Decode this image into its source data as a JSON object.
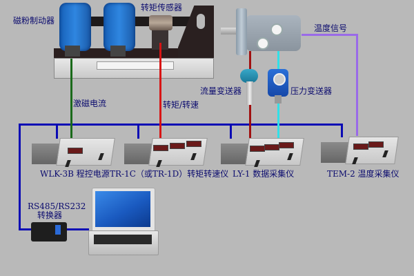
{
  "diagram": {
    "type": "test-bench system wiring diagram",
    "background": "#b9b9b9",
    "components": {
      "magnetic_powder_brake": {
        "label": "磁粉制动器"
      },
      "torque_sensor": {
        "label": "转矩传感器"
      },
      "temperature_signal": {
        "label": "温度信号"
      },
      "flow_transmitter": {
        "label": "流量变送器"
      },
      "pressure_transmitter": {
        "label": "压力变送器"
      },
      "excitation_current": {
        "label": "激磁电流"
      },
      "torque_speed": {
        "label": "转矩/转速"
      }
    },
    "instruments": [
      {
        "label": "WLK-3B 程控电源"
      },
      {
        "label": "TR-1C（或TR-1D）转矩转速仪"
      },
      {
        "label": "LY-1 数据采集仪"
      },
      {
        "label": "TEM-2 温度采集仪"
      }
    ],
    "converter": {
      "line1": "RS485/RS232",
      "line2": "转换器"
    },
    "computer": {
      "name": "laptop"
    },
    "wire_colors": {
      "bus": "#0a0ab4",
      "excitation": "#1a6a1a",
      "torque": "#d81414",
      "flow": "#a01010",
      "pressure": "#30e0e8",
      "temperature": "#9a6ae8"
    }
  }
}
